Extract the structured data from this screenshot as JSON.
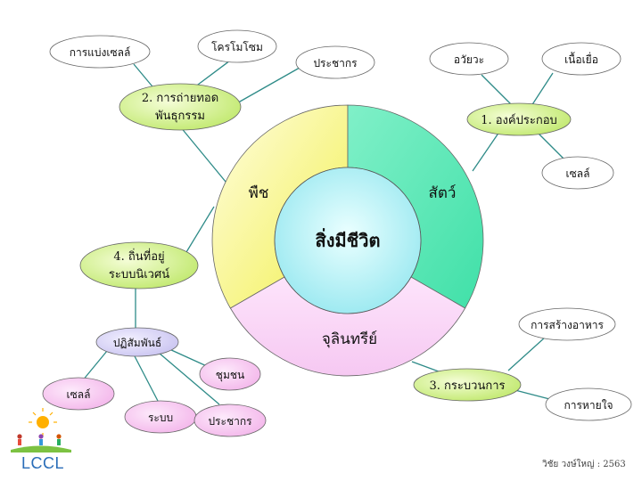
{
  "diagram": {
    "center": "สิ่งมีชีวิต",
    "ring": {
      "plants": "พืช",
      "animals": "สัตว์",
      "microbes": "จุลินทรีย์"
    },
    "components": {
      "label_line1": "1. องค์ประกอบ",
      "children": [
        "อวัยวะ",
        "เนื้อเยื่อ",
        "เซลล์"
      ]
    },
    "heredity": {
      "label_line1": "2. การถ่ายทอด",
      "label_line2": "พันธุกรรม",
      "children": [
        "การแบ่งเซลล์",
        "โครโมโซม",
        "ประชากร"
      ]
    },
    "processes": {
      "label_line1": "3. กระบวนการ",
      "children": [
        "การสร้างอาหาร",
        "การหายใจ"
      ]
    },
    "habitat": {
      "label_line1": "4. ถิ่นที่อยู่",
      "label_line2": "ระบบนิเวศน์"
    },
    "interaction": {
      "label": "ปฏิสัมพันธ์",
      "children": [
        "ชุมชน",
        "เซลล์",
        "ระบบ",
        "ประชากร"
      ]
    }
  },
  "footer": {
    "logo": "LCCL",
    "credit": "วิชัย วงษ์ใหญ่ : 2563"
  },
  "colors": {
    "green_node": "#d4f08a",
    "white_node": "#ffffff",
    "lavender_node": "#d8d4f4",
    "pink_node": "#f8c6f0",
    "line": "#2e8b88",
    "center": "#a8f0f0"
  }
}
